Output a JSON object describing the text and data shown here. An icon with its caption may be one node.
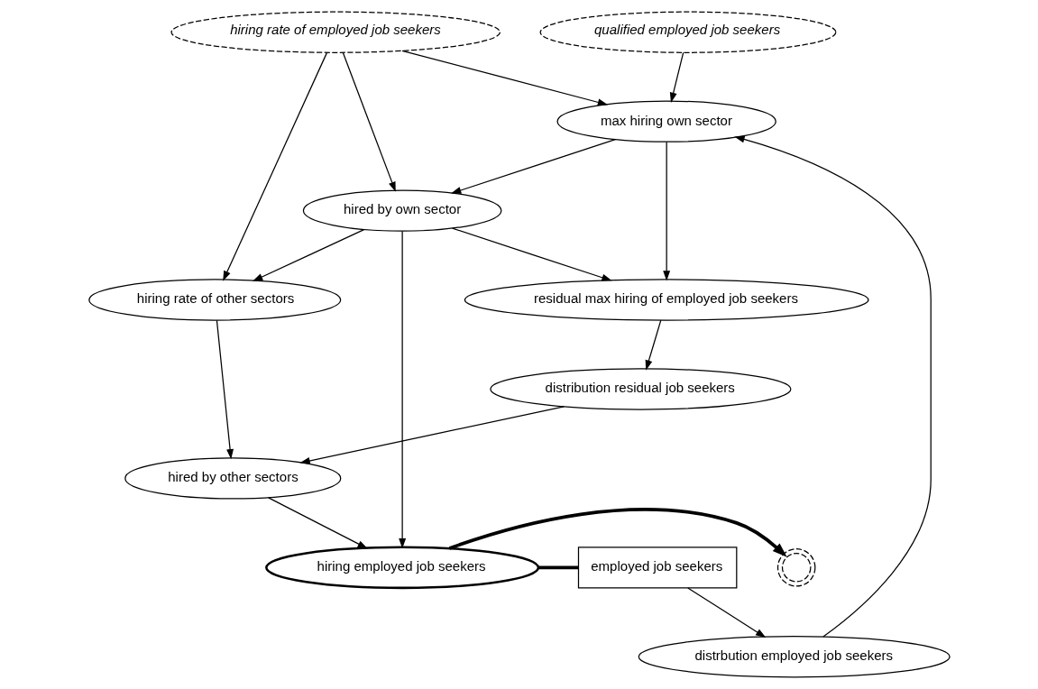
{
  "diagram": {
    "nodes": [
      {
        "text": [
          "qualified employed job seekers"
        ]
      },
      {
        "text": [
          "hiring rate of employed job seekers"
        ]
      },
      {
        "text": [
          "max hiring own sector"
        ]
      },
      {
        "text": [
          "hired by own sector"
        ]
      },
      {
        "text": [
          "residual max hiring of employed job seekers"
        ]
      },
      {
        "text": [
          "distrbution employed job seekers"
        ]
      },
      {
        "text": [
          "distribution residual job seekers"
        ]
      },
      {
        "text": [
          "hiring rate of other sectors"
        ]
      },
      {
        "text": [
          "hired by other sectors"
        ]
      },
      {
        "text": [
          "employed job seekers"
        ]
      },
      {
        "text": [
          "hiring employed job seekers"
        ]
      },
      {
        "text": [],
        "shape": "cloud"
      }
    ],
    "edges": [
      {
        "from": 0,
        "to": 2,
        "arrow": "to"
      },
      {
        "from": 1,
        "to": 2,
        "arrow": "to"
      },
      {
        "from": 1,
        "to": 3,
        "arrow": "to"
      },
      {
        "from": 1,
        "to": 7,
        "arrow": "to"
      },
      {
        "from": 2,
        "to": 3,
        "arrow": "to"
      },
      {
        "from": 2,
        "to": 4,
        "arrow": "to"
      },
      {
        "from": 3,
        "to": 4,
        "arrow": "to"
      },
      {
        "from": 3,
        "to": 7,
        "arrow": "to"
      },
      {
        "from": 3,
        "to": 10,
        "arrow": "to"
      },
      {
        "from": 4,
        "to": 6,
        "arrow": "to"
      },
      {
        "from": 6,
        "to": 8,
        "arrow": "to"
      },
      {
        "from": 7,
        "to": 8,
        "arrow": "to"
      },
      {
        "from": 8,
        "to": 10,
        "arrow": "to"
      },
      {
        "from": 9,
        "to": 5,
        "arrow": "to"
      },
      {
        "from": 5,
        "to": 2,
        "arrow": "to"
      },
      {
        "from": 9,
        "to": 10,
        "arrow": "none",
        "style": "thick"
      },
      {
        "from": 10,
        "to": 11,
        "arrow": "to",
        "style": "thick"
      }
    ]
  }
}
